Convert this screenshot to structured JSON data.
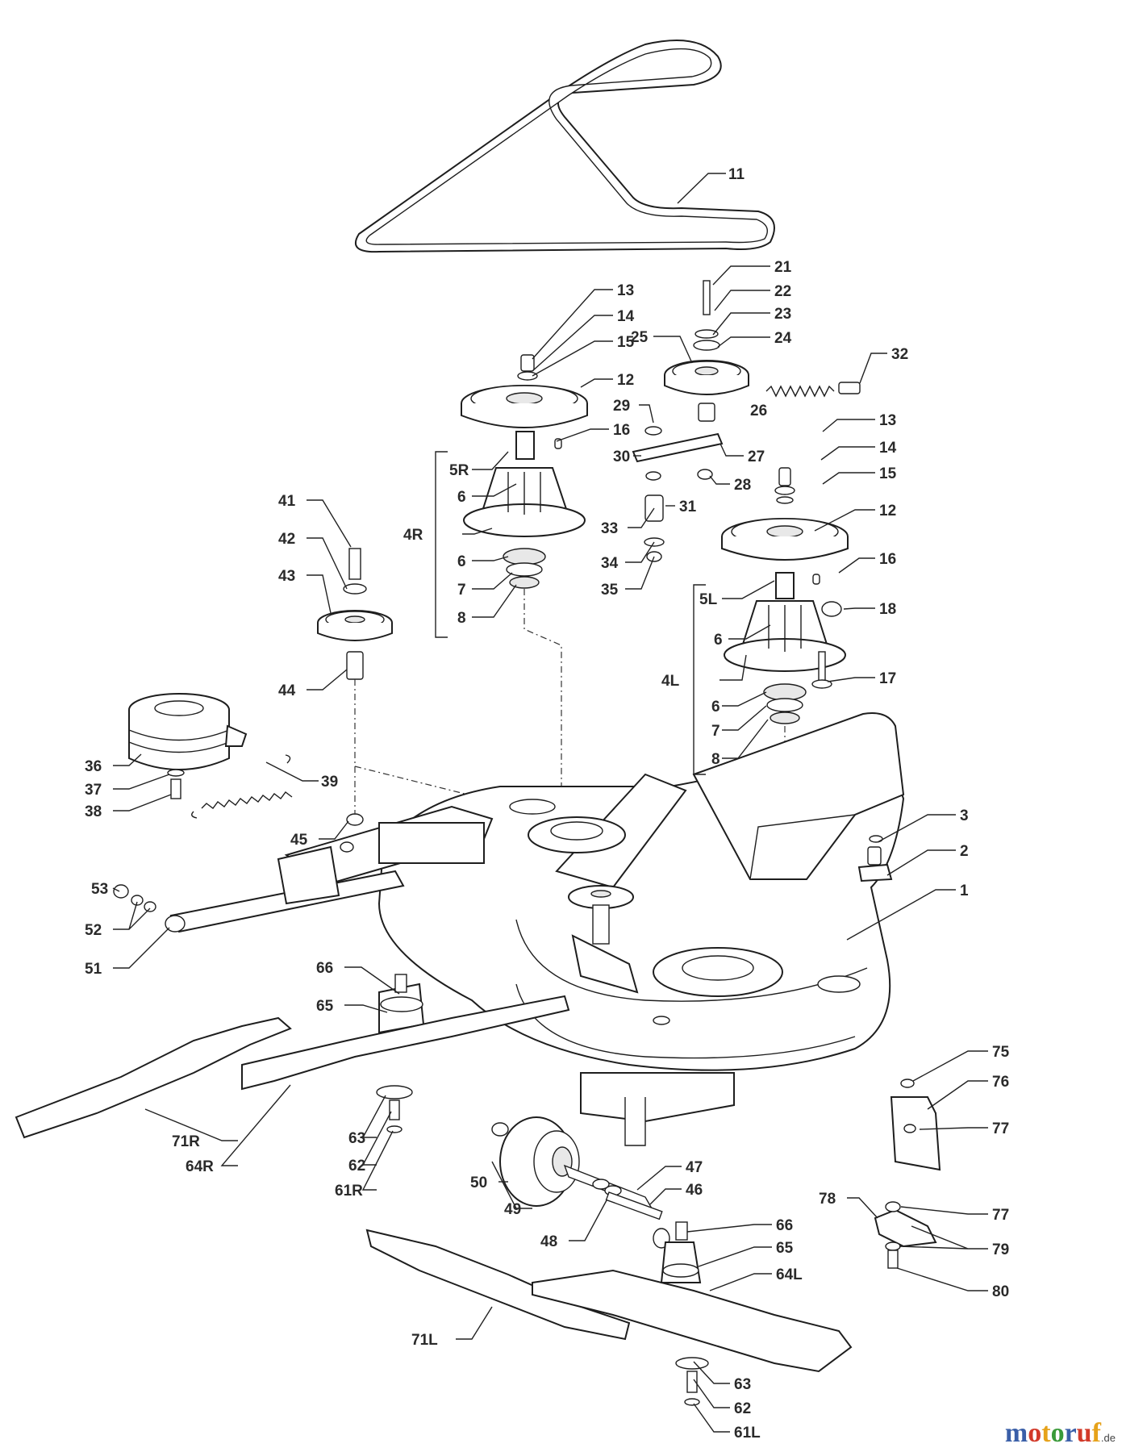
{
  "callouts": {
    "c1": "1",
    "c2": "2",
    "c3": "3",
    "c4R": "4R",
    "c4L": "4L",
    "c5R": "5R",
    "c5L": "5L",
    "c6a": "6",
    "c6b": "6",
    "c6c": "6",
    "c6d": "6",
    "c7a": "7",
    "c7b": "7",
    "c8a": "8",
    "c8b": "8",
    "c11": "11",
    "c12a": "12",
    "c12b": "12",
    "c13a": "13",
    "c13b": "13",
    "c14a": "14",
    "c14b": "14",
    "c15a": "15",
    "c15b": "15",
    "c16a": "16",
    "c16b": "16",
    "c17": "17",
    "c18": "18",
    "c21": "21",
    "c22": "22",
    "c23": "23",
    "c24": "24",
    "c25": "25",
    "c26": "26",
    "c27": "27",
    "c28": "28",
    "c29": "29",
    "c30": "30",
    "c31": "31",
    "c32": "32",
    "c33": "33",
    "c34": "34",
    "c35": "35",
    "c36": "36",
    "c37": "37",
    "c38": "38",
    "c39": "39",
    "c41": "41",
    "c42": "42",
    "c43": "43",
    "c44": "44",
    "c45": "45",
    "c46": "46",
    "c47": "47",
    "c48": "48",
    "c49": "49",
    "c50": "50",
    "c51": "51",
    "c52": "52",
    "c53": "53",
    "c61R": "61R",
    "c61L": "61L",
    "c62a": "62",
    "c62b": "62",
    "c63a": "63",
    "c63b": "63",
    "c64R": "64R",
    "c64L": "64L",
    "c65a": "65",
    "c65b": "65",
    "c66a": "66",
    "c66b": "66",
    "c71R": "71R",
    "c71L": "71L",
    "c75": "75",
    "c76": "76",
    "c77a": "77",
    "c77b": "77",
    "c78": "78",
    "c79": "79",
    "c80": "80"
  },
  "watermark": {
    "letters": [
      "m",
      "o",
      "t",
      "o",
      "r",
      "u",
      "f"
    ],
    "suffix": ".de",
    "colors": [
      "#3a5fa8",
      "#d23a2a",
      "#e6a21a",
      "#3a9a3a",
      "#3a5fa8",
      "#d23a2a",
      "#e6a21a"
    ]
  }
}
